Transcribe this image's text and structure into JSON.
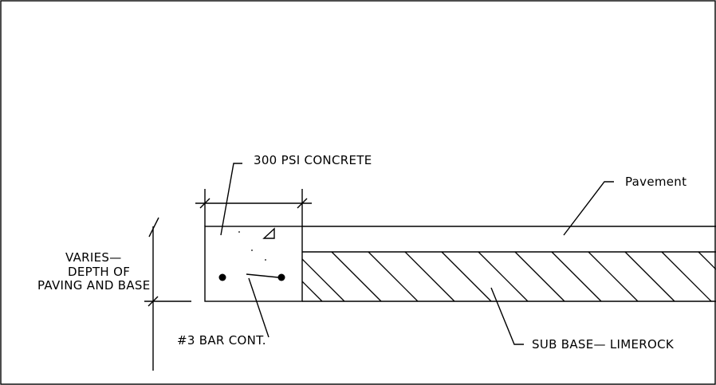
{
  "labels": {
    "concrete": "300 PSI CONCRETE",
    "pavement": "Pavement",
    "varies_line1": "VARIES—",
    "varies_line2": "DEPTH OF",
    "varies_line3": "PAVING AND BASE",
    "bar": "#3 BAR CONT.",
    "subbase": "SUB BASE— LIMEROCK"
  }
}
